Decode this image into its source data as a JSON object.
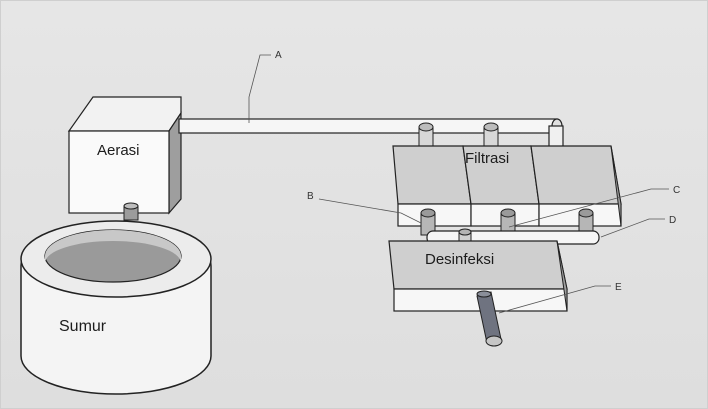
{
  "diagram": {
    "units": {
      "aeration": "Aerasi",
      "well": "Sumur",
      "filtration": "Filtrasi",
      "disinfection": "Desinfeksi"
    },
    "callouts": {
      "a": "A",
      "b": "B",
      "c": "C",
      "d": "D",
      "e": "E"
    }
  }
}
